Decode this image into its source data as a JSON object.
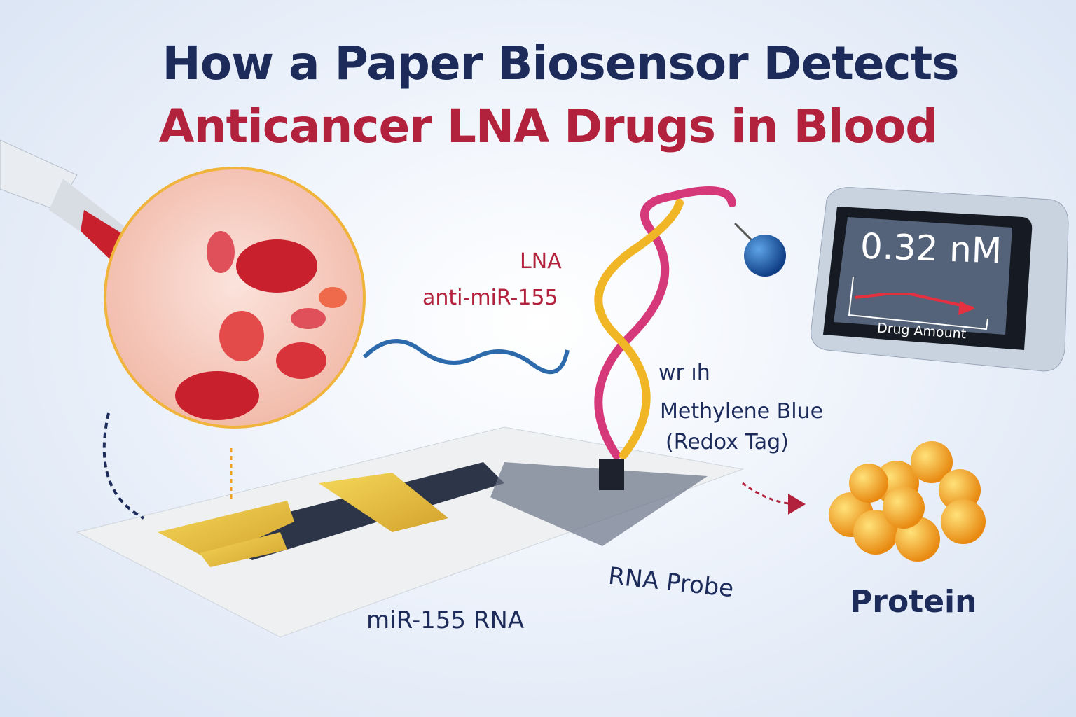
{
  "title": {
    "line1": "How a Paper Biosensor Detects",
    "line2": "Anticancer LNA Drugs in Blood"
  },
  "labels": {
    "lna_line1": "LNA",
    "lna_line2": "anti-miR-155",
    "wr_ih": "wr ıh",
    "methylene_line1": "Methylene Blue",
    "methylene_line2": "(Redox Tag)",
    "rna_probe": "RNA Probe",
    "mir155": "miR-155 RNA",
    "protein": "Protein"
  },
  "device": {
    "reading": "0.32 nM",
    "graph_label": "Drug Amount"
  },
  "colors": {
    "title_dark": "#1c2b5a",
    "title_red": "#b3223c",
    "gold": "#e8b93a",
    "blood": "#c8202c"
  }
}
